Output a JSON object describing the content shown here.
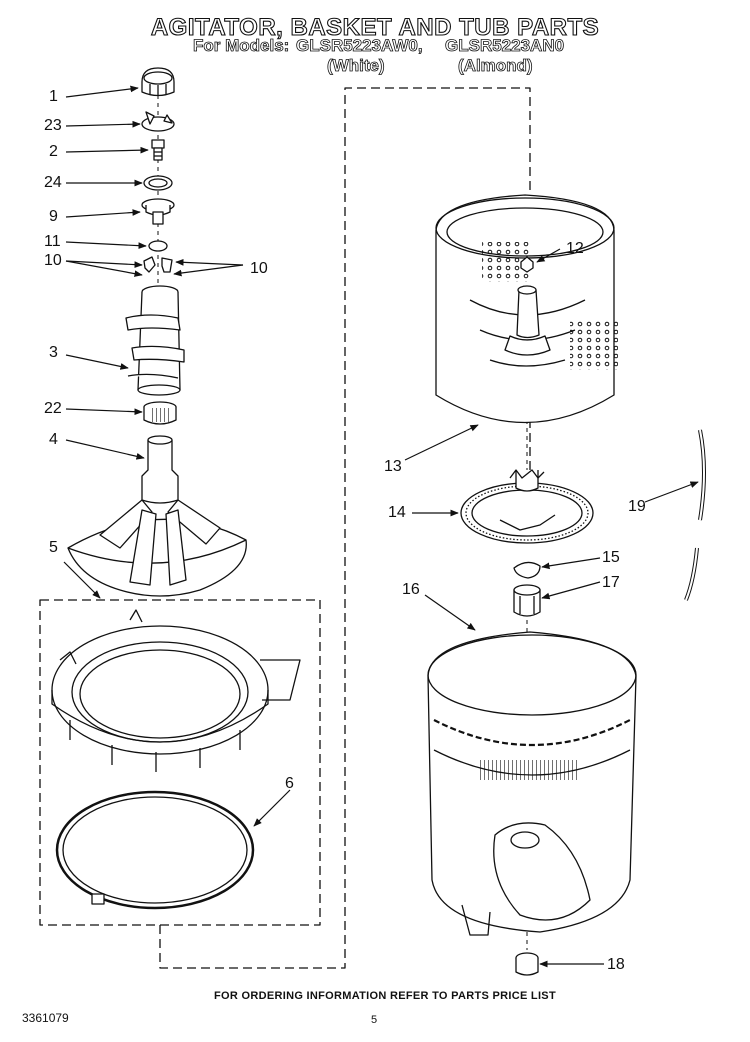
{
  "header": {
    "title": "AGITATOR, BASKET AND TUB PARTS",
    "models_prefix": "For Models:",
    "model_white": "GLSR5223AW0,",
    "model_almond": "GLSR5223AN0",
    "variant_white": "(White)",
    "variant_almond": "(Almond)"
  },
  "callouts": {
    "c1": "1",
    "c23": "23",
    "c2": "2",
    "c24": "24",
    "c9": "9",
    "c11": "11",
    "c10a": "10",
    "c10b": "10",
    "c3": "3",
    "c22": "22",
    "c4": "4",
    "c5": "5",
    "c6": "6",
    "c12": "12",
    "c13": "13",
    "c14": "14",
    "c19": "19",
    "c15": "15",
    "c17": "17",
    "c16": "16",
    "c18": "18"
  },
  "footer": {
    "ordering_note": "FOR ORDERING INFORMATION REFER TO PARTS PRICE LIST",
    "doc_number": "3361079",
    "page_number": "5"
  }
}
